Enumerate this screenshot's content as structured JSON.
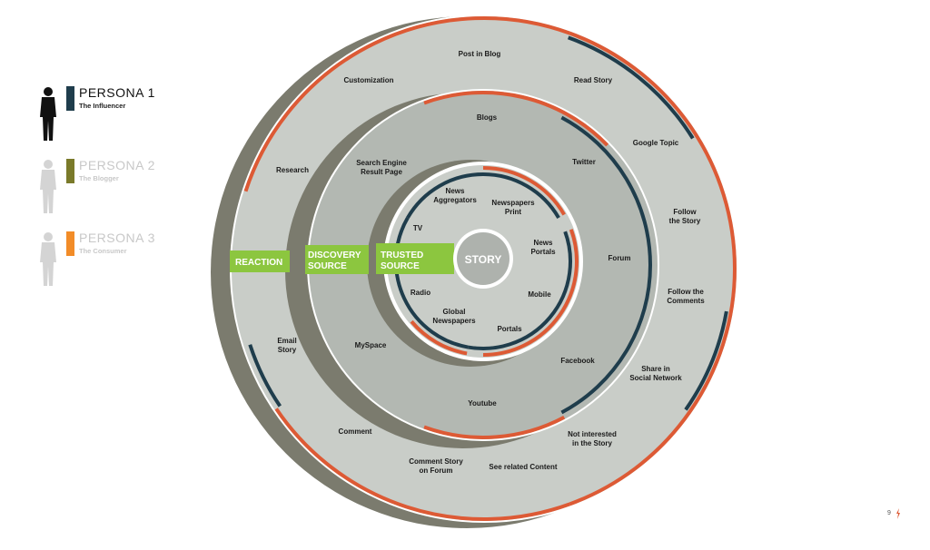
{
  "center": {
    "label": "STORY"
  },
  "bands": {
    "reaction": "REACTION",
    "discovery": [
      "DISCOVERY",
      "SOURCE"
    ],
    "trusted": [
      "TRUSTED",
      "SOURCE"
    ]
  },
  "outer_ring": {
    "items": [
      {
        "id": "post-in-blog",
        "lines": [
          "Post in Blog"
        ]
      },
      {
        "id": "read-story",
        "lines": [
          "Read Story"
        ]
      },
      {
        "id": "customization",
        "lines": [
          "Customization"
        ]
      },
      {
        "id": "google-topic",
        "lines": [
          "Google Topic"
        ]
      },
      {
        "id": "research",
        "lines": [
          "Research"
        ]
      },
      {
        "id": "follow-the-story",
        "lines": [
          "Follow",
          "the Story"
        ]
      },
      {
        "id": "follow-the-comments",
        "lines": [
          "Follow the",
          "Comments"
        ]
      },
      {
        "id": "email-story",
        "lines": [
          "Email",
          "Story"
        ]
      },
      {
        "id": "share-in-social-network",
        "lines": [
          "Share in",
          "Social Network"
        ]
      },
      {
        "id": "comment",
        "lines": [
          "Comment"
        ]
      },
      {
        "id": "not-interested",
        "lines": [
          "Not interested",
          "in the Story"
        ]
      },
      {
        "id": "comment-story-on-forum",
        "lines": [
          "Comment Story",
          "on Forum"
        ]
      },
      {
        "id": "see-related-content",
        "lines": [
          "See related Content"
        ]
      }
    ]
  },
  "middle_ring": {
    "items": [
      {
        "id": "blogs",
        "lines": [
          "Blogs"
        ]
      },
      {
        "id": "search-engine",
        "lines": [
          "Search Engine",
          "Result Page"
        ]
      },
      {
        "id": "twitter",
        "lines": [
          "Twitter"
        ]
      },
      {
        "id": "forum",
        "lines": [
          "Forum"
        ]
      },
      {
        "id": "myspace",
        "lines": [
          "MySpace"
        ]
      },
      {
        "id": "facebook",
        "lines": [
          "Facebook"
        ]
      },
      {
        "id": "youtube",
        "lines": [
          "Youtube"
        ]
      }
    ]
  },
  "inner_ring": {
    "items": [
      {
        "id": "news-aggregators",
        "lines": [
          "News",
          "Aggregators"
        ]
      },
      {
        "id": "newspapers-print",
        "lines": [
          "Newspapers",
          "Print"
        ]
      },
      {
        "id": "tv",
        "lines": [
          "TV"
        ]
      },
      {
        "id": "news-portals",
        "lines": [
          "News",
          "Portals"
        ]
      },
      {
        "id": "radio",
        "lines": [
          "Radio"
        ]
      },
      {
        "id": "mobile",
        "lines": [
          "Mobile"
        ]
      },
      {
        "id": "global-newspapers",
        "lines": [
          "Global",
          "Newspapers"
        ]
      },
      {
        "id": "portals",
        "lines": [
          "Portals"
        ]
      }
    ]
  },
  "personas": [
    {
      "title": "PERSONA 1",
      "subtitle": "The Influencer",
      "color": "#1f3d4c",
      "active": true
    },
    {
      "title": "PERSONA 2",
      "subtitle": "The Blogger",
      "color": "#7a7a2a",
      "active": false
    },
    {
      "title": "PERSONA 3",
      "subtitle": "The Consumer",
      "color": "#f28c28",
      "active": false
    }
  ],
  "page_number": "9",
  "colors": {
    "outer_fill": "#c9cdc8",
    "middle_fill": "#b3b8b2",
    "inner_fill": "#c9cdc8",
    "shadow": "#7b7b6e",
    "accent_red": "#dd5a35",
    "accent_navy": "#1f3d4c",
    "band_green": "#8cc63f",
    "center_fill": "#aeb2ad"
  }
}
